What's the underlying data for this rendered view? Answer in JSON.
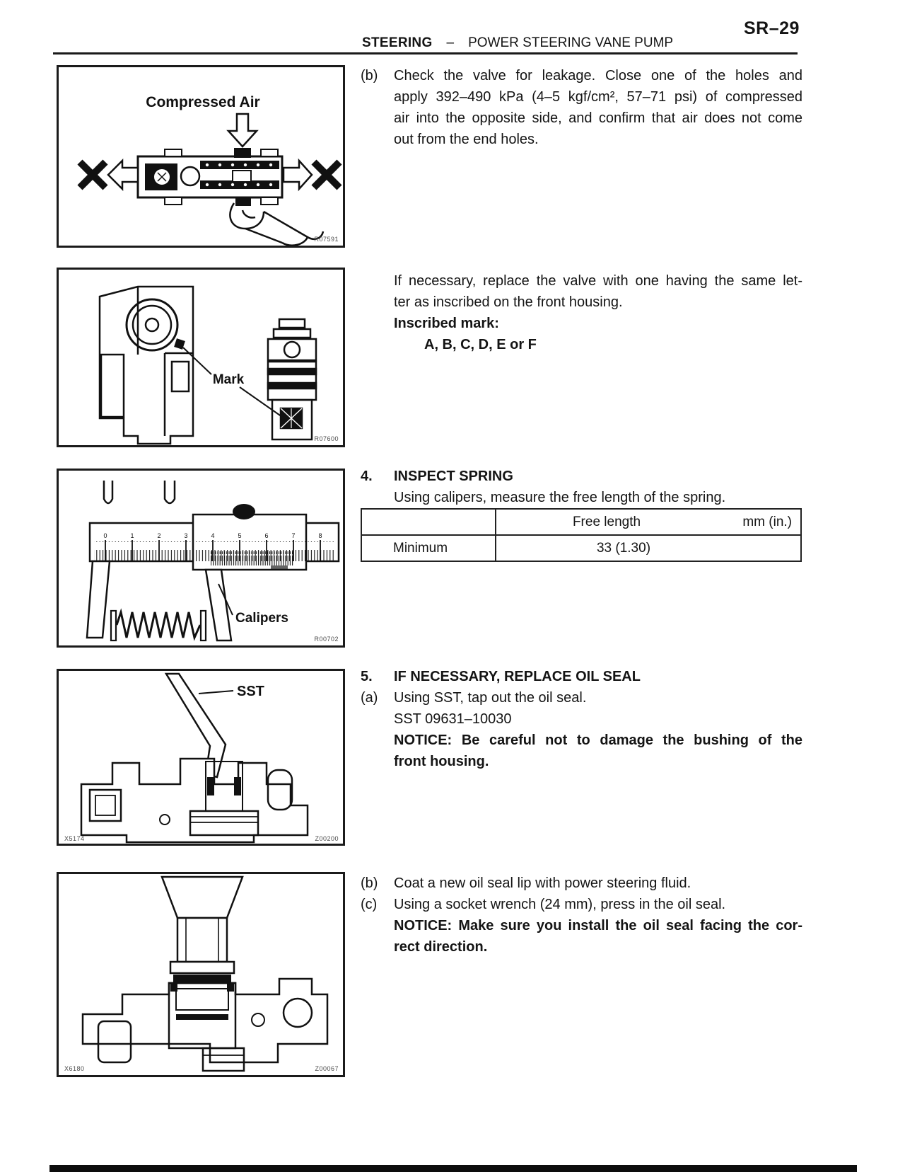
{
  "page": {
    "code": "SR–29",
    "section": "STEERING",
    "separator": "–",
    "title": "POWER STEERING VANE PUMP"
  },
  "step_check_valve": {
    "marker": "(b)",
    "lines": [
      "Check the valve for leakage. Close one of the holes and",
      "apply 392–490 kPa (4–5 kgf/cm², 57–71 psi) of compressed",
      "air into the opposite side, and confirm that air does not come",
      "out from the end holes."
    ]
  },
  "replace_valve": {
    "lines": [
      "If necessary, replace the valve with one having the same let-",
      "ter as inscribed on the front housing."
    ],
    "inscribed_label": "Inscribed mark:",
    "inscribed_values": "A, B, C, D, E or F"
  },
  "inspect_spring": {
    "number": "4.",
    "heading": "INSPECT SPRING",
    "text": "Using calipers, measure the free length of the spring.",
    "table": {
      "header_label": "Free length",
      "header_unit": "mm (in.)",
      "row_label": "Minimum",
      "row_value": "33 (1.30)"
    }
  },
  "replace_oil_seal": {
    "number": "5.",
    "heading": "IF NECESSARY, REPLACE OIL SEAL",
    "step_a_marker": "(a)",
    "step_a_text": "Using SST, tap out the oil seal.",
    "sst_number": "SST 09631–10030",
    "notice_lines": [
      "NOTICE: Be careful not to damage the bushing of the",
      "front housing."
    ]
  },
  "install_oil_seal": {
    "step_b_marker": "(b)",
    "step_b_text": "Coat a new oil seal lip with power steering fluid.",
    "step_c_marker": "(c)",
    "step_c_text": "Using a socket wrench (24 mm), press in the oil seal.",
    "notice_lines": [
      "NOTICE: Make sure you install the oil seal facing the cor-",
      "rect direction."
    ]
  },
  "figures": {
    "compressed_air": {
      "label": "Compressed Air",
      "code": "R07591"
    },
    "mark": {
      "label": "Mark",
      "code": "R07600"
    },
    "calipers": {
      "label": "Calipers",
      "code": "R00702",
      "scale": [
        "0",
        "1",
        "2",
        "3",
        "4",
        "5",
        "6",
        "7",
        "8"
      ]
    },
    "sst": {
      "label": "SST",
      "code_left": "X5174",
      "code_right": "Z00200"
    },
    "socket": {
      "code_left": "X6180",
      "code_right": "Z00067"
    }
  }
}
